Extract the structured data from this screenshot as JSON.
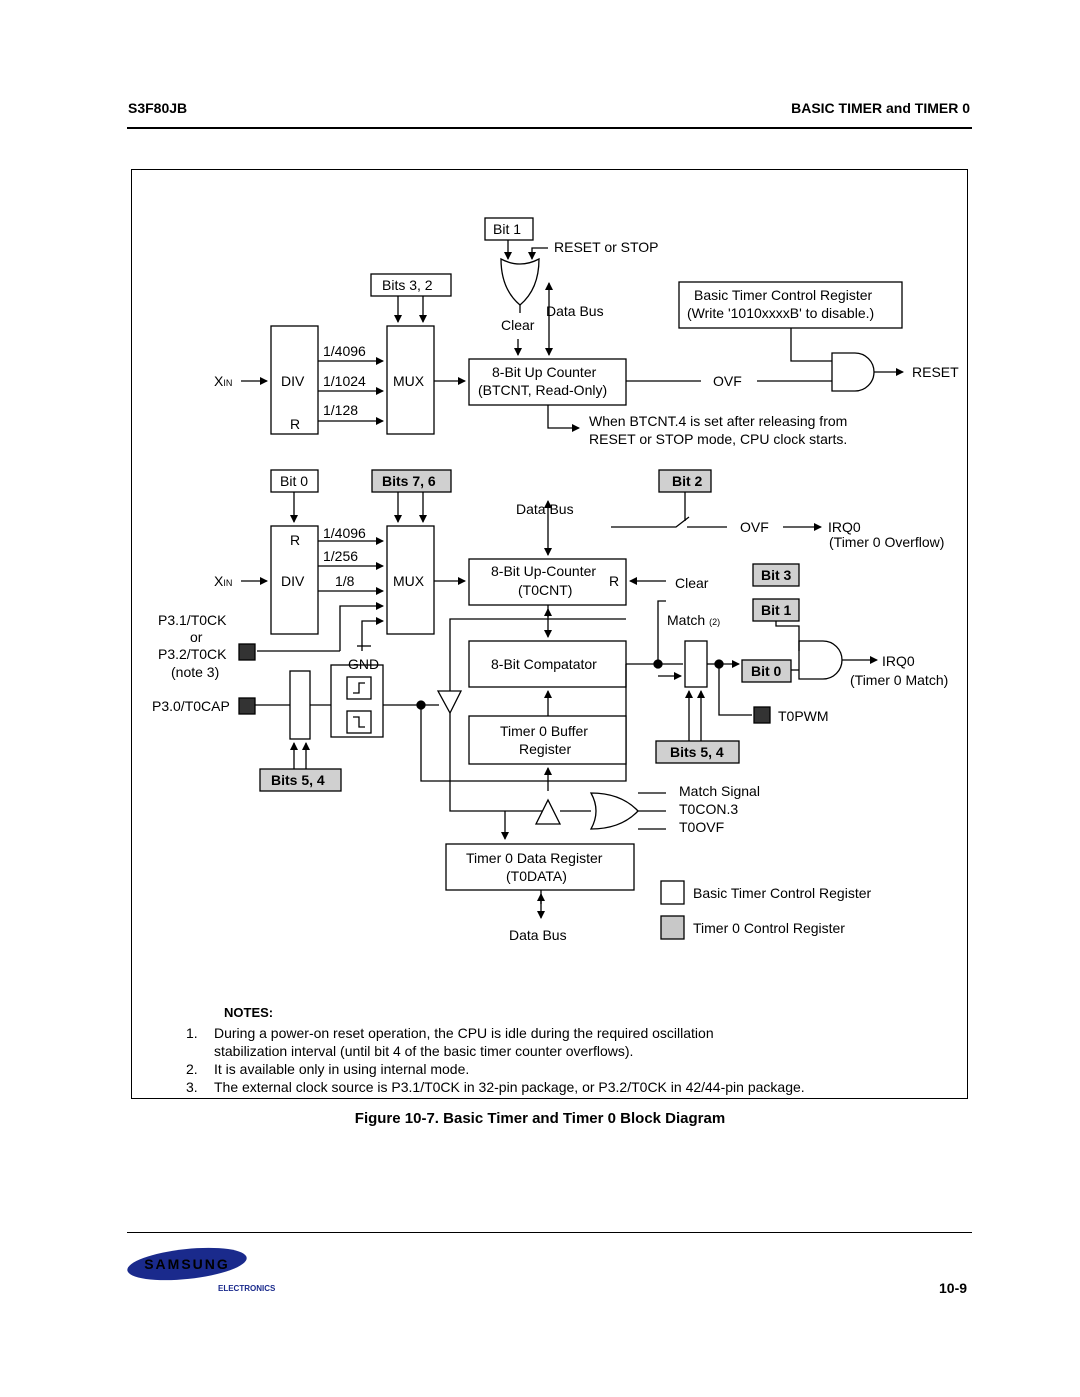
{
  "header": {
    "left": "S3F80JB",
    "right": "BASIC TIMER and TIMER 0"
  },
  "diagram": {
    "bit1_top": "Bit 1",
    "reset_or_stop": "RESET or STOP",
    "bits32": "Bits 3, 2",
    "data_bus_top": "Data Bus",
    "clear_top": "Clear",
    "btcon_line1": "Basic Timer Control Register",
    "btcon_line2": "(Write '1010xxxxB' to disable.)",
    "div_top": "DIV",
    "r_top": "R",
    "xin": "X",
    "xin_sub": "IN",
    "f4096a": "1/4096",
    "f1024": "1/1024",
    "f128": "1/128",
    "mux": "MUX",
    "counter_top_1": "8-Bit Up Counter",
    "counter_top_2": "(BTCNT, Read-Only)",
    "ovf_top": "OVF",
    "reset_out": "RESET",
    "when_btcnt_1": "When BTCNT.4 is set after releasing from",
    "when_btcnt_2": "RESET or STOP mode, CPU clock starts.",
    "bit0_left": "Bit 0",
    "bits76": "Bits 7, 6",
    "bit2": "Bit 2",
    "data_bus_mid": "Data Bus",
    "ovf_mid": "OVF",
    "irq0_a": "IRQ0",
    "timer0_overflow": "(Timer 0 Overflow)",
    "r_bot": "R",
    "f4096b": "1/4096",
    "f256": "1/256",
    "f8": "1/8",
    "div_bot": "DIV",
    "counter_bot_1": "8-Bit Up-Counter",
    "counter_bot_2": "(T0CNT)",
    "counter_r": "R",
    "clear_bot": "Clear",
    "bit3": "Bit 3",
    "bit1_right": "Bit 1",
    "match": "Match",
    "match_note": "(2)",
    "p31": "P3.1/T0CK",
    "or": "or",
    "p32": "P3.2/T0CK",
    "note3": "(note 3)",
    "gnd": "GND",
    "p30": "P3.0/T0CAP",
    "comparator": "8-Bit Compatator",
    "irq0_b": "IRQ0",
    "timer0_match": "(Timer 0 Match)",
    "bit0_right": "Bit 0",
    "t0pwm": "T0PWM",
    "buffer_1": "Timer 0 Buffer",
    "buffer_2": "Register",
    "bits54_right": "Bits 5, 4",
    "bits54_left": "Bits 5, 4",
    "match_signal": "Match Signal",
    "t0con3": "T0CON.3",
    "t0ovf": "T0OVF",
    "data_reg_1": "Timer 0 Data Register",
    "data_reg_2": "(T0DATA)",
    "data_bus_bot": "Data Bus",
    "legend_basic": "Basic Timer Control Register",
    "legend_timer0": "Timer 0 Control Register"
  },
  "notes": {
    "title": "NOTES:",
    "items": [
      {
        "num": "1.",
        "line1": "During a power-on reset operation, the CPU is idle during the required oscillation",
        "line2": "stabilization interval (until bit 4 of the basic timer counter overflows)."
      },
      {
        "num": "2.",
        "line1": "It is available only in using internal mode.",
        "line2": ""
      },
      {
        "num": "3.",
        "line1": "The external clock source is P3.1/T0CK in 32-pin package, or P3.2/T0CK in 42/44-pin package.",
        "line2": ""
      }
    ]
  },
  "caption": "Figure 10-7. Basic Timer and Timer 0 Block Diagram",
  "footer": {
    "logo": "SAMSUNG",
    "electronics": "ELECTRONICS",
    "page": "10-9"
  },
  "colors": {
    "timer0_reg_fill": "#c8c8c8",
    "logo_blue": "#1a2a8c"
  }
}
